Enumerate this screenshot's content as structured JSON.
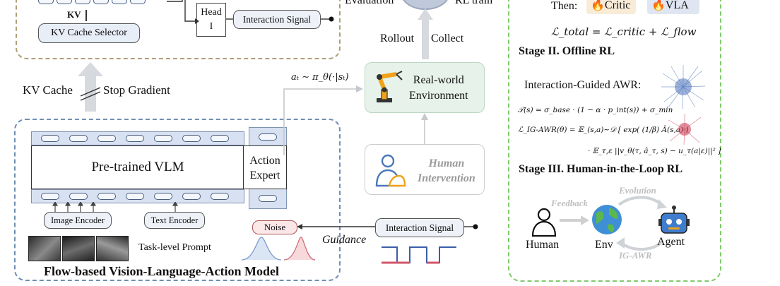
{
  "left_panel": {
    "kv_label": "KV",
    "kv_cache_selector": "KV Cache Selector",
    "head_label_line1": "Head",
    "head_label_line2": "I",
    "interaction_signal_top": "Interaction Signal",
    "kv_cache": "KV Cache",
    "stop_gradient": "Stop Gradient",
    "pretrained_vlm": "Pre-trained VLM",
    "action_expert_line1": "Action",
    "action_expert_line2": "Expert",
    "image_encoder": "Image Encoder",
    "text_encoder": "Text Encoder",
    "noise": "Noise",
    "task_prompt": "Task-level Prompt",
    "model_title": "Flow-based Vision-Language-Action Model"
  },
  "middle": {
    "evaluation": "Evaluation",
    "rl_train": "RL train",
    "rollout": "Rollout",
    "collect": "Collect",
    "policy_eq": "aₜ ∼ π_θ(·|sₜ)",
    "env_line1": "Real-world",
    "env_line2": "Environment",
    "human_line1": "Human",
    "human_line2": "Intervention",
    "interaction_signal_bottom": "Interaction Signal",
    "guidance": "Guidance"
  },
  "right_panel": {
    "then": "Then:",
    "critic": "Critic",
    "vla": "VLA",
    "loss_total": "ℒ_total = ℒ_critic + ℒ_flow",
    "stage2": "Stage II. Offline RL",
    "awr_title": "Interaction-Guided AWR:",
    "eq_temp": "𝒯(s) = σ_base · (1 − α · p_int(s)) + σ_min",
    "eq_loss_a": "ℒ_IG-AWR(θ) = 𝔼_(s,a)∼𝒟 [ exp( (1/β) Â(s,a) )",
    "eq_loss_b": "· 𝔼_τ,ε ||v_θ(τ, â_τ, s) − u_τ(a|ε)||² ]",
    "stage3": "Stage III. Human-in-the-Loop RL",
    "feedback": "Feedback",
    "evolution": "Evolution",
    "ig_awr": "IG-AWR",
    "human": "Human",
    "env": "Env",
    "agent": "Agent"
  },
  "colors": {
    "left_dashed": "#6f8fb5",
    "top_dashed": "#b0a07a",
    "right_dashed": "#7fcb6a",
    "env_box": "#e6f2ea",
    "vla_strip": "#d7e1f1"
  }
}
